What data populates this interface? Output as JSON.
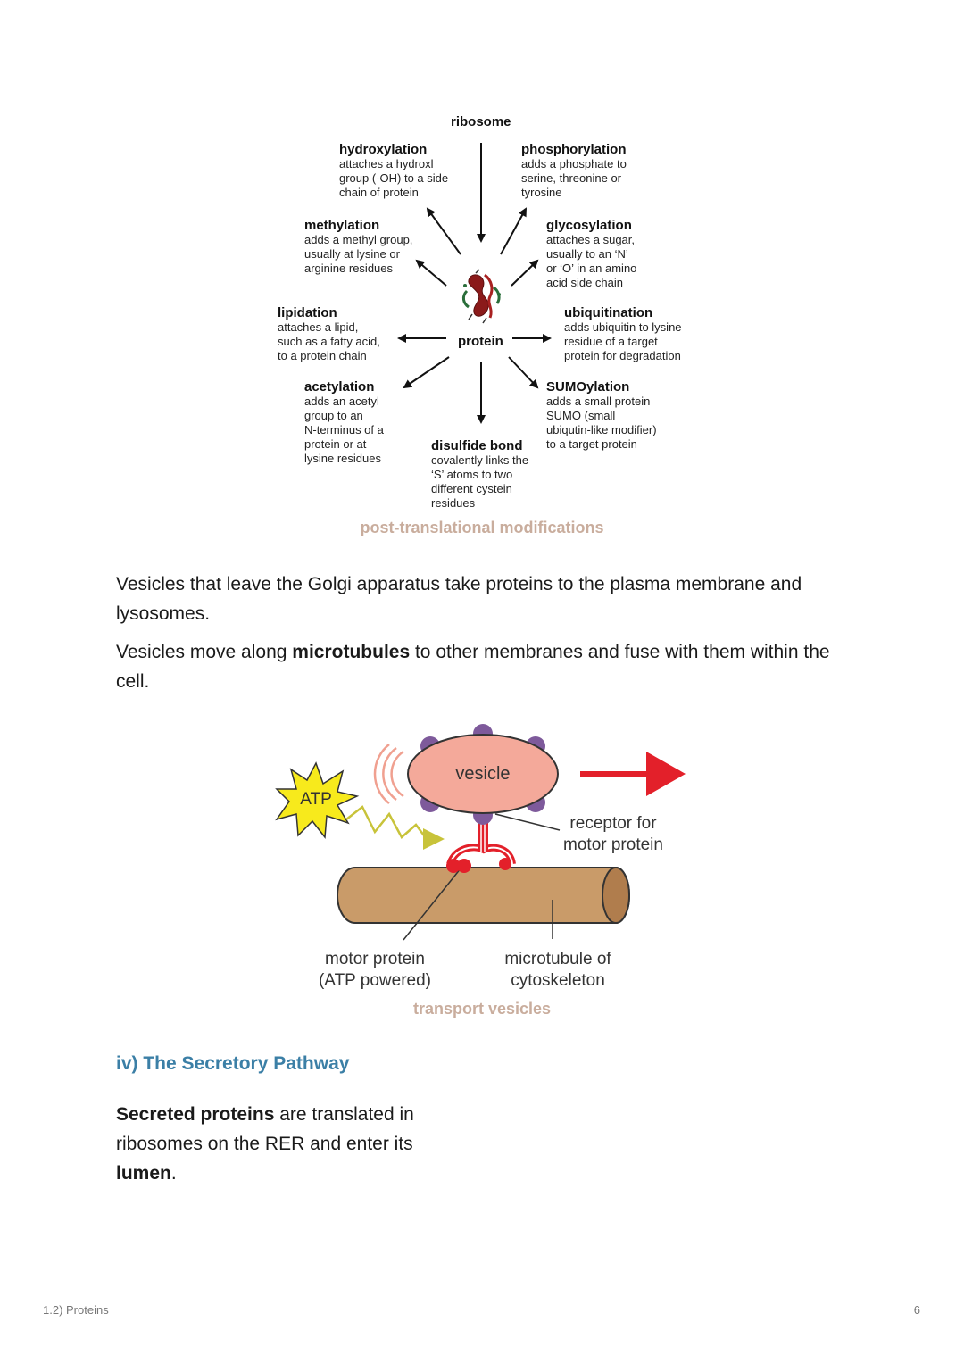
{
  "ptm_diagram": {
    "ribosome": "ribosome",
    "protein": "protein",
    "modifications": [
      {
        "id": "hydroxylation",
        "title": "hydroxylation",
        "desc": [
          "attaches a hydroxl",
          "group (-OH) to a side",
          "chain of protein"
        ]
      },
      {
        "id": "phosphorylation",
        "title": "phosphorylation",
        "desc": [
          "adds a phosphate to",
          "serine, threonine or",
          "tyrosine"
        ]
      },
      {
        "id": "methylation",
        "title": "methylation",
        "desc": [
          "adds a methyl group,",
          "usually at lysine or",
          "arginine residues"
        ]
      },
      {
        "id": "glycosylation",
        "title": "glycosylation",
        "desc": [
          "attaches a sugar,",
          "usually to an ‘N’",
          "or ‘O’ in an amino",
          "acid side chain"
        ]
      },
      {
        "id": "lipidation",
        "title": "lipidation",
        "desc": [
          "attaches a lipid,",
          "such as a fatty acid,",
          "to a protein chain"
        ]
      },
      {
        "id": "ubiquitination",
        "title": "ubiquitination",
        "desc": [
          "adds ubiquitin to lysine",
          "residue of a target",
          "protein for degradation"
        ]
      },
      {
        "id": "acetylation",
        "title": "acetylation",
        "desc": [
          "adds an acetyl",
          "group to an",
          "N-terminus of a",
          "protein or at",
          "lysine residues"
        ]
      },
      {
        "id": "sumoylation",
        "title": "SUMOylation",
        "desc": [
          "adds a small protein",
          "SUMO (small",
          "ubiqutin-like modifier)",
          "to a target protein"
        ]
      },
      {
        "id": "disulfide",
        "title": "disulfide bond",
        "desc": [
          "covalently links the",
          "‘S’ atoms to two",
          "different cystein",
          "residues"
        ]
      }
    ],
    "caption": "post-translational modifications"
  },
  "paragraphs": {
    "p1": "Vesicles that leave the Golgi apparatus take proteins to the plasma membrane and lysosomes.",
    "p2_before": "Vesicles move along ",
    "p2_bold": "microtubules",
    "p2_after": " to other membranes and fuse with them within the cell."
  },
  "transport_diagram": {
    "atp": "ATP",
    "vesicle": "vesicle",
    "receptor": [
      "receptor for",
      "motor protein"
    ],
    "motor": [
      "motor protein",
      "(ATP powered)"
    ],
    "microtubule": [
      "microtubule of",
      "cytoskeleton"
    ],
    "caption": "transport vesicles"
  },
  "section": {
    "heading": "iv) The Secretory Pathway",
    "p_bold1": "Secreted proteins",
    "p_mid": " are translated in ribosomes on the RER and enter its ",
    "p_bold2": "lumen",
    "p_end": "."
  },
  "footer": {
    "left": "1.2) Proteins",
    "right": "6"
  },
  "colors": {
    "caption": "#c9ad9d",
    "heading": "#3b7fa6",
    "vesicle": "#f4a99a",
    "tube": "#c89a68",
    "red": "#e3202a"
  }
}
